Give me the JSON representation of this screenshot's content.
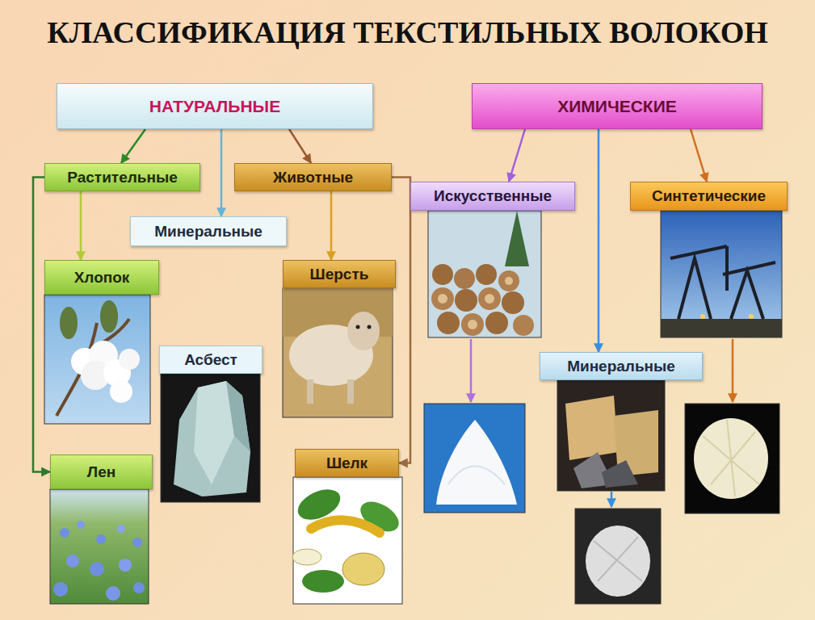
{
  "diagram": {
    "title": "КЛАССИФИКАЦИЯ ТЕКСТИЛЬНЫХ ВОЛОКОН",
    "nodes": [
      {
        "text": [
          "НАТУРАЛЬНЫЕ"
        ]
      },
      {
        "text": [
          "ХИМИЧЕСКИЕ"
        ]
      },
      {
        "text": [
          "Растительные"
        ]
      },
      {
        "text": [
          "Минеральные"
        ]
      },
      {
        "text": [
          "Животные"
        ]
      },
      {
        "text": [
          "Искусственные"
        ]
      },
      {
        "text": [
          "Синтетические"
        ]
      },
      {
        "text": [
          "Хлопок"
        ]
      },
      {
        "text": [
          "Асбест"
        ]
      },
      {
        "text": [
          "Шерсть"
        ]
      },
      {
        "text": [
          "Минеральные"
        ]
      },
      {
        "text": [
          "Лен"
        ]
      },
      {
        "text": [
          "Шелк"
        ]
      }
    ],
    "edges": [
      {
        "from": 0,
        "to": 2,
        "arrow": "to"
      },
      {
        "from": 0,
        "to": 3,
        "arrow": "to"
      },
      {
        "from": 0,
        "to": 4,
        "arrow": "to"
      },
      {
        "from": 1,
        "to": 5,
        "arrow": "to"
      },
      {
        "from": 1,
        "to": 10,
        "arrow": "to"
      },
      {
        "from": 1,
        "to": 6,
        "arrow": "to"
      },
      {
        "from": 2,
        "to": 7,
        "arrow": "to"
      },
      {
        "from": 2,
        "to": 11,
        "arrow": "to"
      },
      {
        "from": 4,
        "to": 9,
        "arrow": "to"
      },
      {
        "from": 4,
        "to": 12,
        "arrow": "to"
      }
    ]
  }
}
